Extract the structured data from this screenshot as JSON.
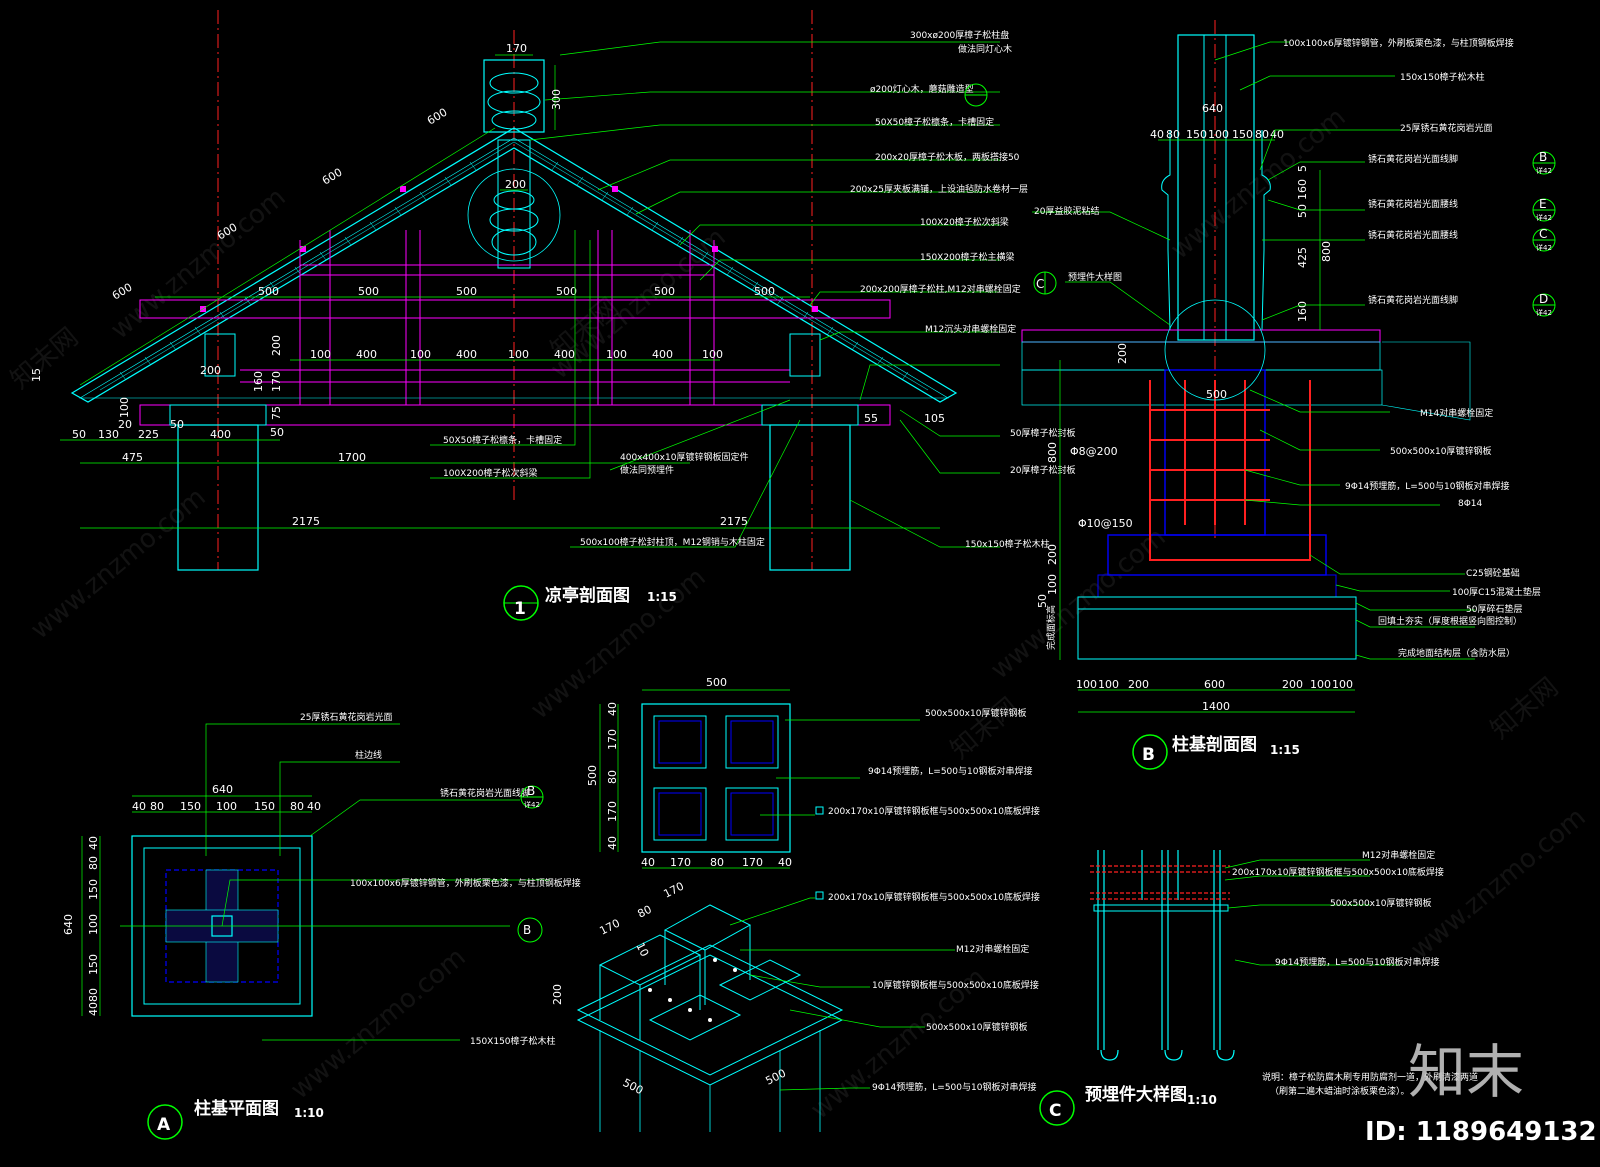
{
  "titles": {
    "pavilion": {
      "marker": "1",
      "name": "凉亭剖面图",
      "scale": "1:15"
    },
    "base_section": {
      "marker": "B",
      "name": "柱基剖面图",
      "scale": "1:15"
    },
    "base_plan": {
      "marker": "A",
      "name": "柱基平面图",
      "scale": "1:10"
    },
    "embed": {
      "marker": "C",
      "name": "预埋件大样图",
      "scale": "1:10"
    }
  },
  "pavilion_notes": [
    "300xø200厚樟子松柱盘",
    "做法同灯心木",
    "ø200灯心木，蘑菇雕造型",
    "50X50樟子松檩条，卡槽固定",
    "200x20厚樟子松木板，两板搭接50",
    "200x25厚夹板满铺，上设油毡防水卷材一层",
    "100X20樟子松次斜梁",
    "150X200樟子松主横梁",
    "200x200厚樟子松柱,M12对串螺栓固定",
    "M12沉头对串螺栓固定",
    "50厚樟子松封板",
    "20厚樟子松封板",
    "150x150樟子松木柱"
  ],
  "pavilion_lower_notes": [
    "50X50樟子松檩条，卡槽固定",
    "100X200樟子松次斜梁",
    "400x400x10厚镀锌钢板固定件",
    "做法同预埋件",
    "500x100樟子松封柱顶，M12钢销与木柱固定"
  ],
  "pavilion_dims": {
    "post_top_w": "170",
    "post_top_h": "300",
    "post_mid_w": "200",
    "slopes": [
      "600",
      "600",
      "600",
      "600"
    ],
    "beam_spacing": [
      "500",
      "500",
      "500",
      "500",
      "500",
      "500"
    ],
    "strut": [
      "100",
      "400",
      "100",
      "400",
      "100",
      "400",
      "100",
      "400",
      "100"
    ],
    "eave_left": [
      "50",
      "130",
      "225",
      "400",
      "50",
      "475",
      "1700"
    ],
    "eave_small": [
      "20",
      "100",
      "50",
      "75",
      "170",
      "160",
      "200",
      "200",
      "15",
      "55",
      "105"
    ],
    "half_span": "1700",
    "total_span": "2175",
    "total_span_right": "2175"
  },
  "base_section_notes": [
    "100x100x6厚镀锌钢管，外刷板栗色漆，与柱顶钢板焊接",
    "150x150樟子松木柱",
    "25厚锈石黄花岗岩光面",
    "锈石黄花岗岩光面线脚",
    "锈石黄花岗岩光面腰线",
    "锈石黄花岗岩光面腰线",
    "锈石黄花岗岩光面线脚",
    "20厚益胶泥粘结",
    "预埋件大样图",
    "M14对串螺栓固定",
    "500x500x10厚镀锌钢板",
    "9Φ14预埋筋，L=500与10钢板对串焊接",
    "8Φ14",
    "C25钢砼基础",
    "100厚C15混凝土垫层",
    "50厚碎石垫层",
    "回填土夯实（厚度根据竖向图控制）",
    "完成地面结构层（含防水层）"
  ],
  "base_section_refs": [
    {
      "letter": "B",
      "sheet": "详42"
    },
    {
      "letter": "E",
      "sheet": "详42"
    },
    {
      "letter": "C",
      "sheet": "详42"
    },
    {
      "letter": "D",
      "sheet": "详42"
    },
    {
      "letter": "C",
      "sheet": "详42"
    }
  ],
  "base_section_dims": {
    "top": [
      "640",
      "40",
      "80",
      "150",
      "100",
      "150",
      "80",
      "40"
    ],
    "vertical": [
      "5",
      "160",
      "50",
      "425",
      "800",
      "160",
      "200",
      "800",
      "200",
      "100",
      "50"
    ],
    "rebar": [
      "Φ8@200",
      "Φ10@150"
    ],
    "width_mid": "500",
    "bottom": [
      "100",
      "100",
      "200",
      "600",
      "200",
      "100",
      "100"
    ],
    "bottom_total": "1400",
    "side_label": "完成面标高"
  },
  "plan_notes": [
    "25厚锈石黄花岗岩光面",
    "柱边线",
    "锈石黄花岗岩光面线脚",
    "100x100x6厚镀锌钢管，外刷板栗色漆，与柱顶钢板焊接",
    "150X150樟子松木柱"
  ],
  "plan_dims": {
    "top_total": "640",
    "top": [
      "40",
      "80",
      "150",
      "100",
      "150",
      "80",
      "40"
    ],
    "left_total": "640",
    "left": [
      "40",
      "80",
      "150",
      "100",
      "150",
      "80",
      "40"
    ],
    "ref": {
      "letter": "B",
      "sheet": "详42"
    },
    "cut": "B"
  },
  "plate_notes": [
    "500x500x10厚镀锌钢板",
    "9Φ14预埋筋，L=500与10钢板对串焊接",
    "200x170x10厚镀锌钢板框与500x500x10底板焊接"
  ],
  "plate_dims": {
    "top": "500",
    "left": "500",
    "left_parts": [
      "40",
      "170",
      "80",
      "170",
      "40"
    ],
    "bottom_parts": [
      "40",
      "170",
      "80",
      "170",
      "40"
    ]
  },
  "iso_notes": [
    "200x170x10厚镀锌钢板框与500x500x10底板焊接",
    "M12对串螺栓固定",
    "10厚镀锌钢板框与500x500x10底板焊接",
    "500x500x10厚镀锌钢板",
    "9Φ14预埋筋，L=500与10钢板对串焊接"
  ],
  "iso_dims": [
    "170",
    "80",
    "170",
    "10",
    "200",
    "500",
    "500"
  ],
  "embed_notes": [
    "M12对串螺栓固定",
    "200x170x10厚镀锌钢板框与500x500x10底板焊接",
    "500x500x10厚镀锌钢板",
    "9Φ14预埋筋，L=500与10钢板对串焊接"
  ],
  "remarks": {
    "line1": "说明：樟子松防腐木刷专用防腐剂一道，外刷清漆两道",
    "line2": "（刷第二遍木蜡油时涂板栗色漆）。"
  },
  "watermarks": {
    "site": "www.znzmo.com",
    "brand_cn": "知末网",
    "brand_big": "知末",
    "id": "ID: 1189649132"
  },
  "colors": {
    "background": "#000000",
    "leader": "#00ff00",
    "timber": "#00ffff",
    "frame": "#ff00ff",
    "rebar": "#ff0000",
    "concrete": "#0000ff",
    "centerline": "#ff0000",
    "text": "#ffffff"
  }
}
